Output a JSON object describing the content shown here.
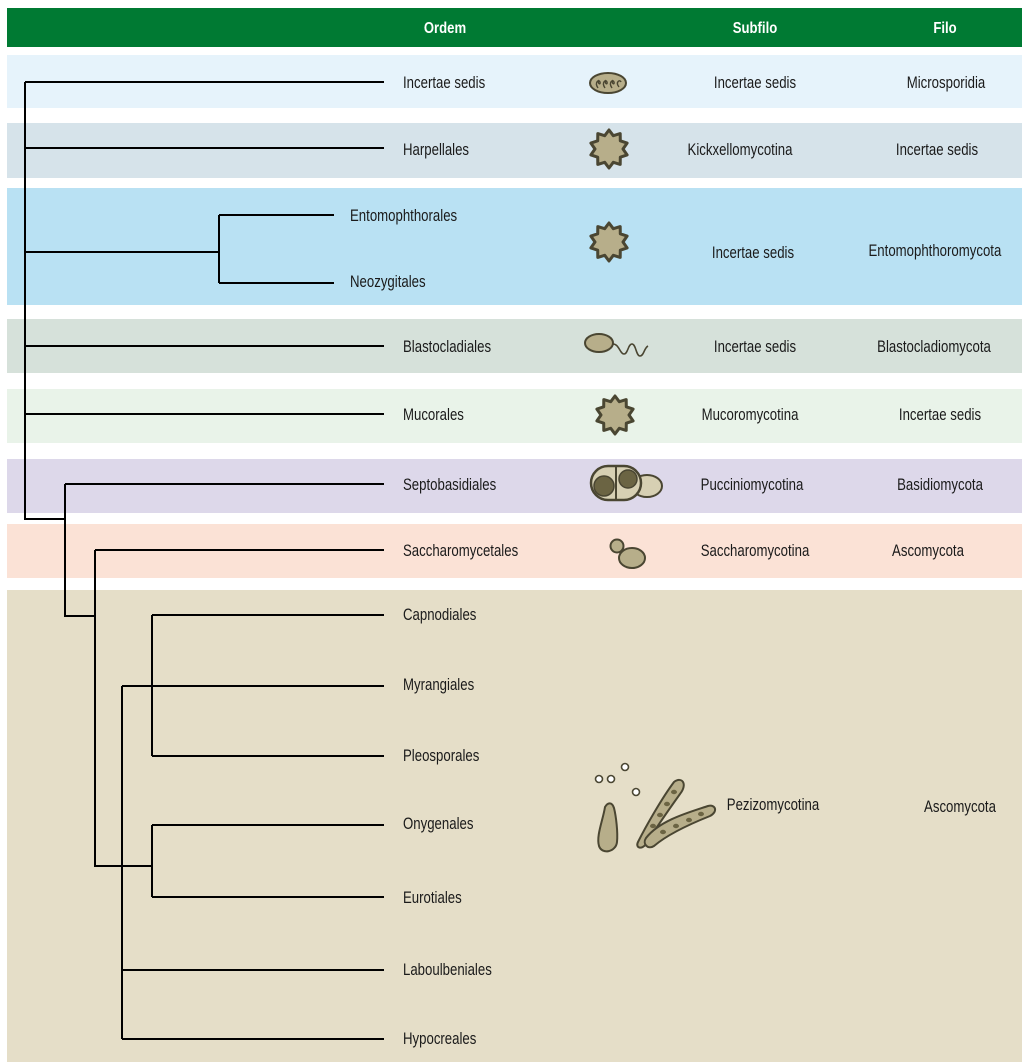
{
  "header": {
    "ordem": "Ordem",
    "subfilo": "Subfilo",
    "filo": "Filo",
    "color": "#007a33"
  },
  "rows": [
    {
      "orders": [
        "Incertae sedis"
      ],
      "subfilo": "Incertae sedis",
      "filo": "Microsporidia",
      "band_color": "#e6f3fb",
      "icon": "microsporidia-spore-icon"
    },
    {
      "orders": [
        "Harpellales"
      ],
      "subfilo": "Kickxellomycotina",
      "filo": "Incertae sedis",
      "band_color": "#d6e3ea",
      "icon": "spiky-zygospore-icon"
    },
    {
      "orders": [
        "Entomophthorales",
        "Neozygitales"
      ],
      "subfilo": "Incertae sedis",
      "filo": "Entomophthoromycota",
      "band_color": "#b9e1f3",
      "icon": "spiky-zygospore-icon"
    },
    {
      "orders": [
        "Blastocladiales"
      ],
      "subfilo": "Incertae sedis",
      "filo": "Blastocladiomycota",
      "band_color": "#d6e1da",
      "icon": "flagellated-zoospore-icon"
    },
    {
      "orders": [
        "Mucorales"
      ],
      "subfilo": "Mucoromycotina",
      "filo": "Incertae sedis",
      "band_color": "#e9f3e9",
      "icon": "spiky-zygospore-icon"
    },
    {
      "orders": [
        "Septobasidiales"
      ],
      "subfilo": "Pucciniomycotina",
      "filo": "Basidiomycota",
      "band_color": "#ddd8ea",
      "icon": "teliospore-icon"
    },
    {
      "orders": [
        "Saccharomycetales"
      ],
      "subfilo": "Saccharomycotina",
      "filo": "Ascomycota",
      "band_color": "#fbe2d6",
      "icon": "budding-yeast-icon"
    },
    {
      "orders": [
        "Capnodiales",
        "Myrangiales",
        "Pleosporales",
        "Onygenales",
        "Eurotiales",
        "Laboulbeniales",
        "Hypocreales"
      ],
      "subfilo": "Pezizomycotina",
      "filo": "Ascomycota",
      "band_color": "#e5dec8",
      "icon": "asci-ascospores-icon"
    }
  ],
  "colors": {
    "icon_fill": "#b7ae8a",
    "icon_stroke": "#4a4632",
    "icon_dark": "#6b6443",
    "tree_line": "#000000"
  }
}
